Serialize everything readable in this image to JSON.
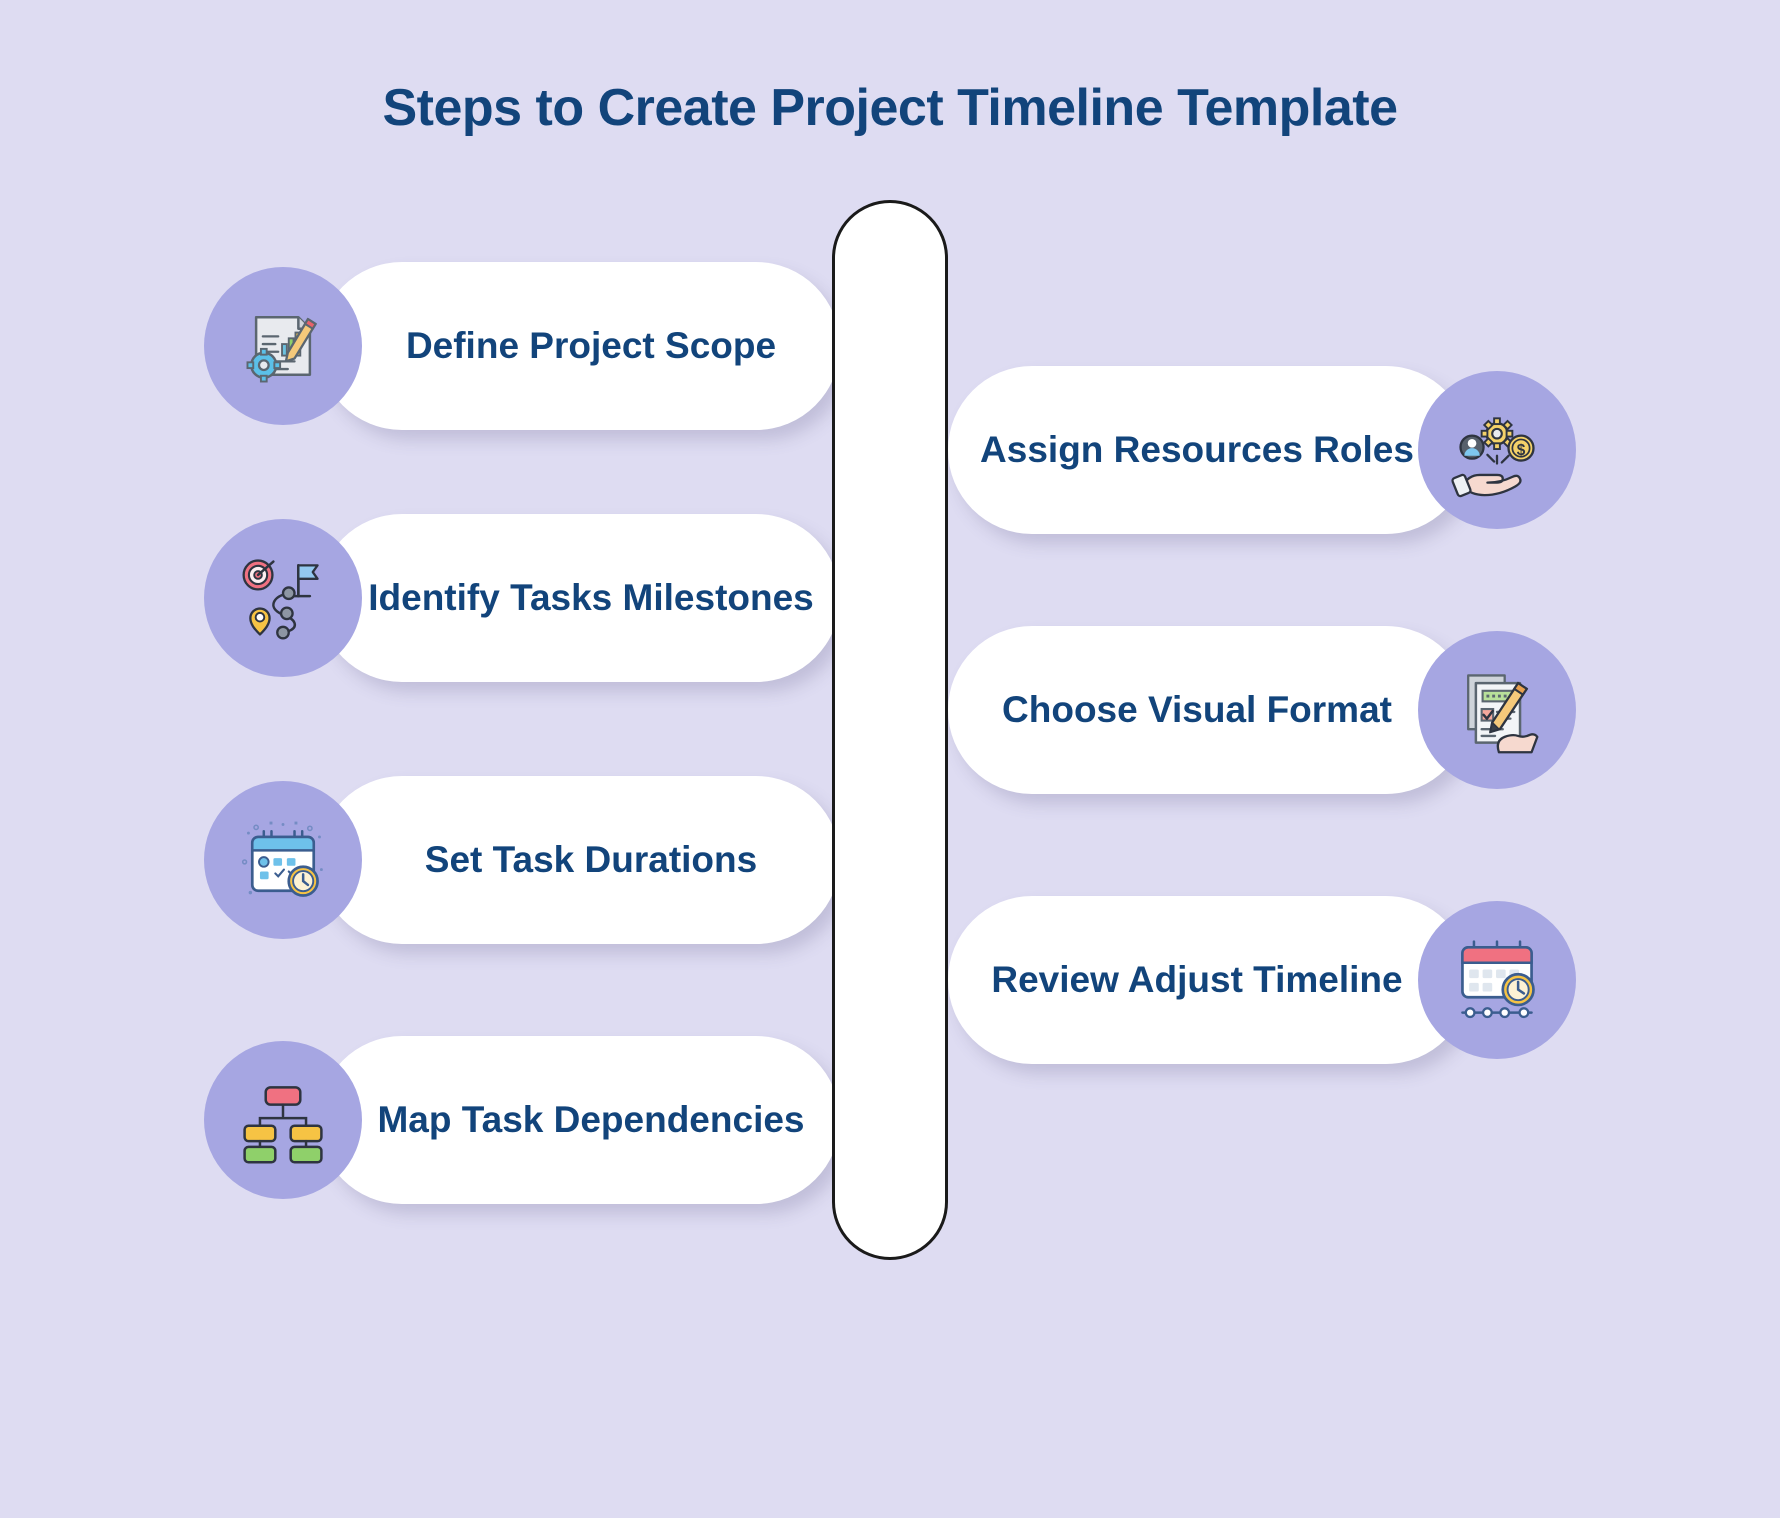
{
  "title": "Steps to Create Project Timeline Template",
  "colors": {
    "background": "#dedcf2",
    "card": "#ffffff",
    "icon_circle": "#a6a6e2",
    "text": "#12447b",
    "spine_border": "#1a1a1a"
  },
  "spine": {
    "name": "central-timeline-bar"
  },
  "steps": [
    {
      "label": "Define Project Scope",
      "side": "left",
      "icon": "document-gear-chart-pencil-icon"
    },
    {
      "label": "Assign Resources Roles",
      "side": "right",
      "icon": "hand-resources-gear-coin-icon"
    },
    {
      "label": "Identify Tasks Milestones",
      "side": "left",
      "icon": "target-flag-path-icon"
    },
    {
      "label": "Choose Visual Format",
      "side": "right",
      "icon": "checklist-pencil-icon"
    },
    {
      "label": "Set Task Durations",
      "side": "left",
      "icon": "calendar-clock-icon"
    },
    {
      "label": "Review Adjust Timeline",
      "side": "right",
      "icon": "calendar-timeline-clock-icon"
    },
    {
      "label": "Map Task Dependencies",
      "side": "left",
      "icon": "hierarchy-flowchart-icon"
    }
  ]
}
